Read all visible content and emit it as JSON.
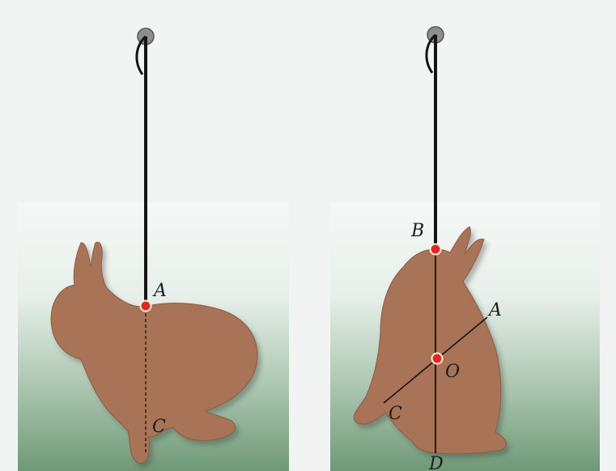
{
  "left_figure": {
    "point_labels": {
      "A": "A",
      "C": "C"
    }
  },
  "right_figure": {
    "point_labels": {
      "A": "A",
      "B": "B",
      "O": "O",
      "C": "C",
      "D": "D"
    }
  },
  "colors": {
    "cutout": "#a87356",
    "thread": "#151515",
    "marker": "#e0262a",
    "panel_top": "#f6f8f7",
    "panel_bottom": "#6f9977"
  }
}
